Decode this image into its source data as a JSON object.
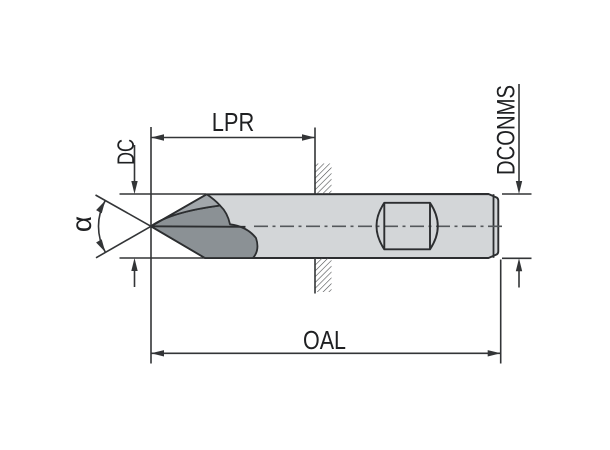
{
  "diagram": {
    "type": "technical-drawing",
    "subject": "chamfer-end-mill-side-view",
    "labels": {
      "tip_length": "LPR",
      "cut_diameter": "DC",
      "shank_diameter": "DCONMS",
      "overall_length": "OAL",
      "point_angle": "α"
    },
    "colors": {
      "background": "#ffffff",
      "body_fill": "#d3d6d8",
      "flute_light_fill": "#a2a7ab",
      "flute_dark_fill": "#8b9195",
      "outline": "#2c2e30",
      "dimension": "#333537",
      "centerline": "#54585b",
      "hatch": "#47494b",
      "text": "#1f2022"
    }
  }
}
